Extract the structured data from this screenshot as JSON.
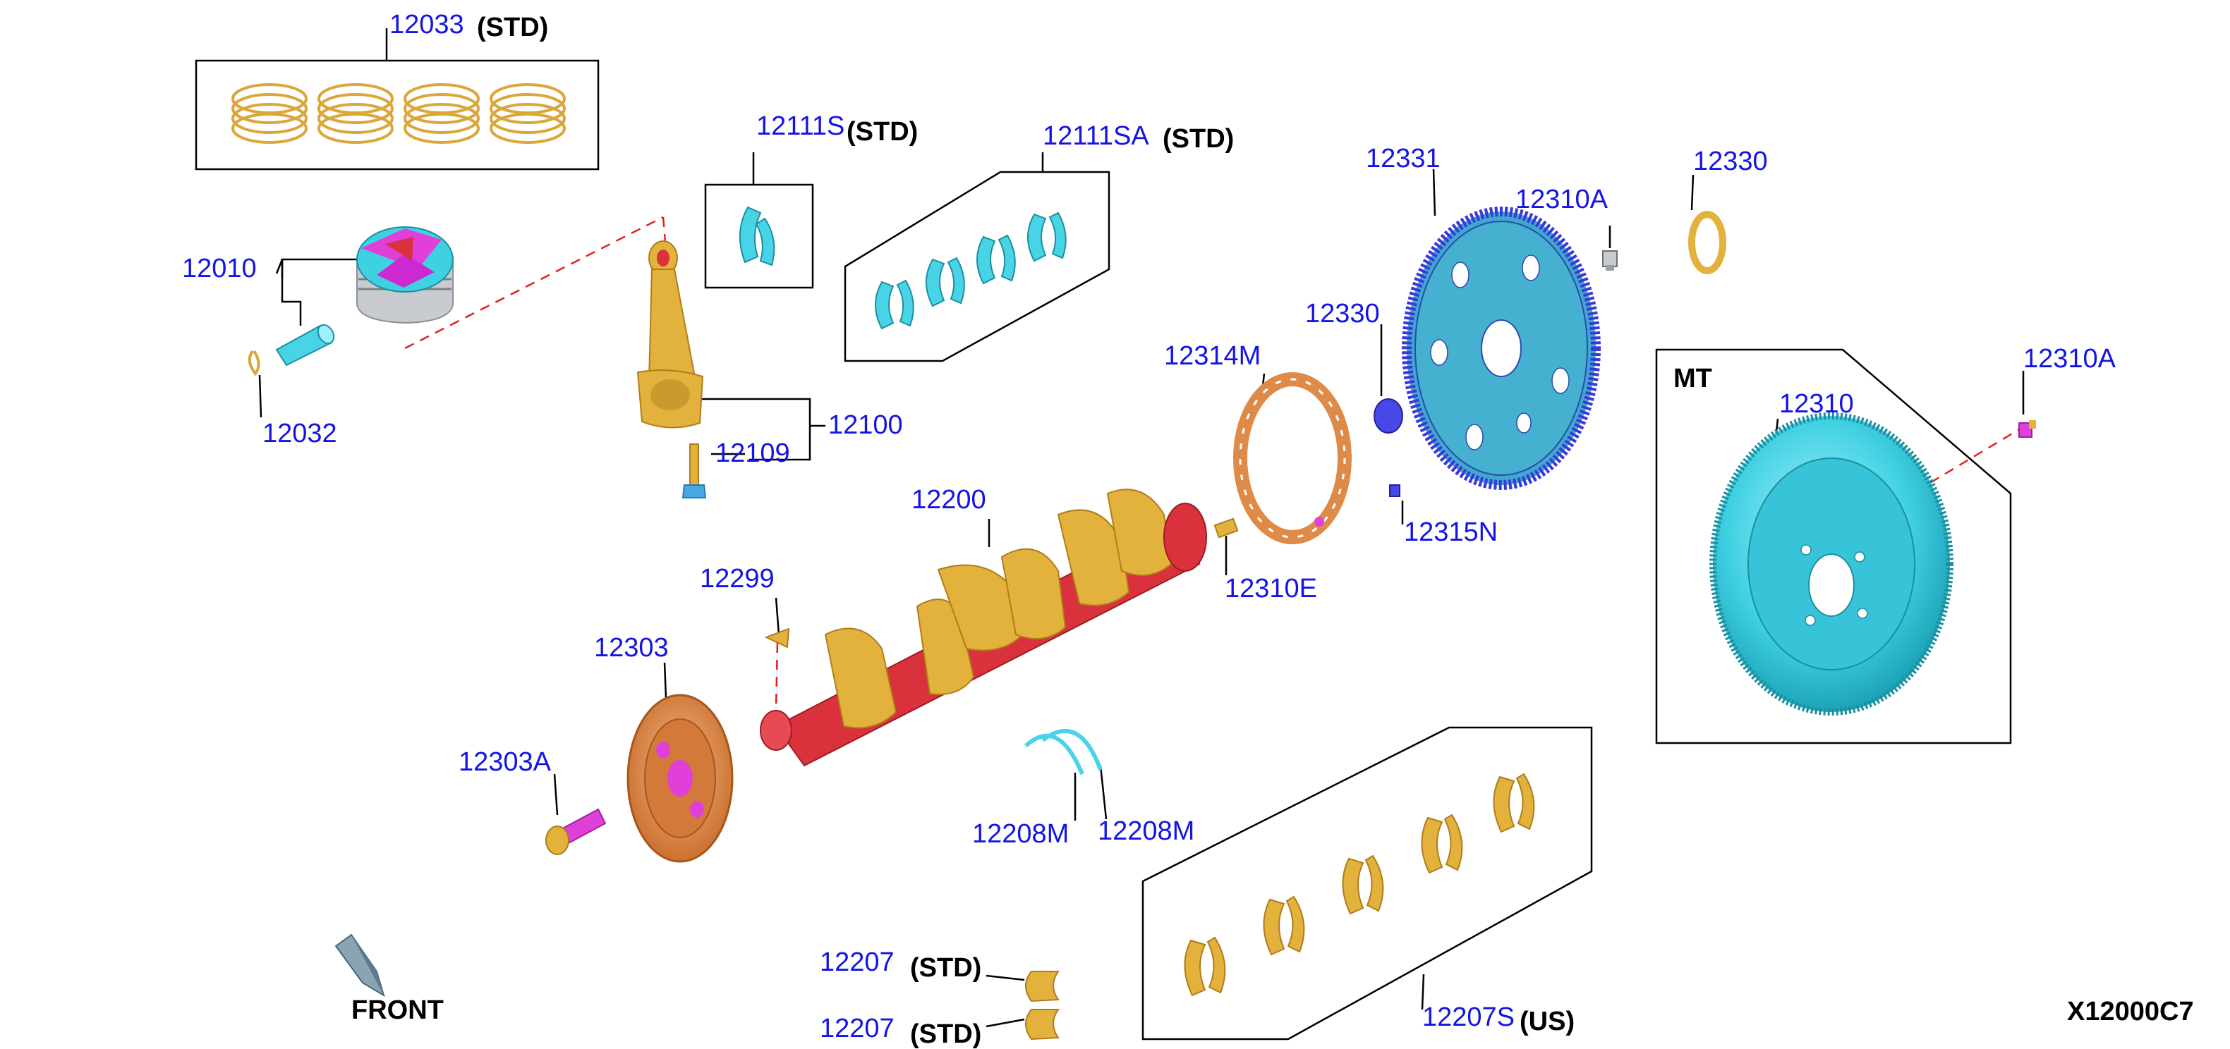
{
  "colors": {
    "label": "#1414e6",
    "gold": "#e3b23c",
    "cyan": "#48d4e6",
    "red": "#d9323c",
    "orange": "#de8a48",
    "magenta": "#e040d8",
    "blue": "#4848e8",
    "frame": "#000000",
    "dashed": "#e02020"
  },
  "icons": [
    "front-arrow-icon"
  ],
  "labels": {
    "p12033": "12033",
    "p12111s": "12111S",
    "p12111sa": "12111SA",
    "p12331": "12331",
    "p12310a_top": "12310A",
    "p12330_top": "12330",
    "p12010": "12010",
    "p12032": "12032",
    "p12330_mid": "12330",
    "p12314m": "12314M",
    "p12310a_mt": "12310A",
    "p12310": "12310",
    "p12100": "12100",
    "p12109": "12109",
    "p12200": "12200",
    "p12315n": "12315N",
    "p12299": "12299",
    "p12310e": "12310E",
    "p12303": "12303",
    "p12303a": "12303A",
    "p12208m_l": "12208M",
    "p12208m_r": "12208M",
    "p12207_a": "12207",
    "p12207_b": "12207",
    "p12207s": "12207S"
  },
  "notes": {
    "std_12033": "(STD)",
    "std_12111s": "(STD)",
    "std_12111sa": "(STD)",
    "mt": "MT",
    "front": "FRONT",
    "std_12207_a": "(STD)",
    "std_12207_b": "(STD)",
    "us_12207s": "(US)",
    "diagram_code": "X12000C7"
  }
}
